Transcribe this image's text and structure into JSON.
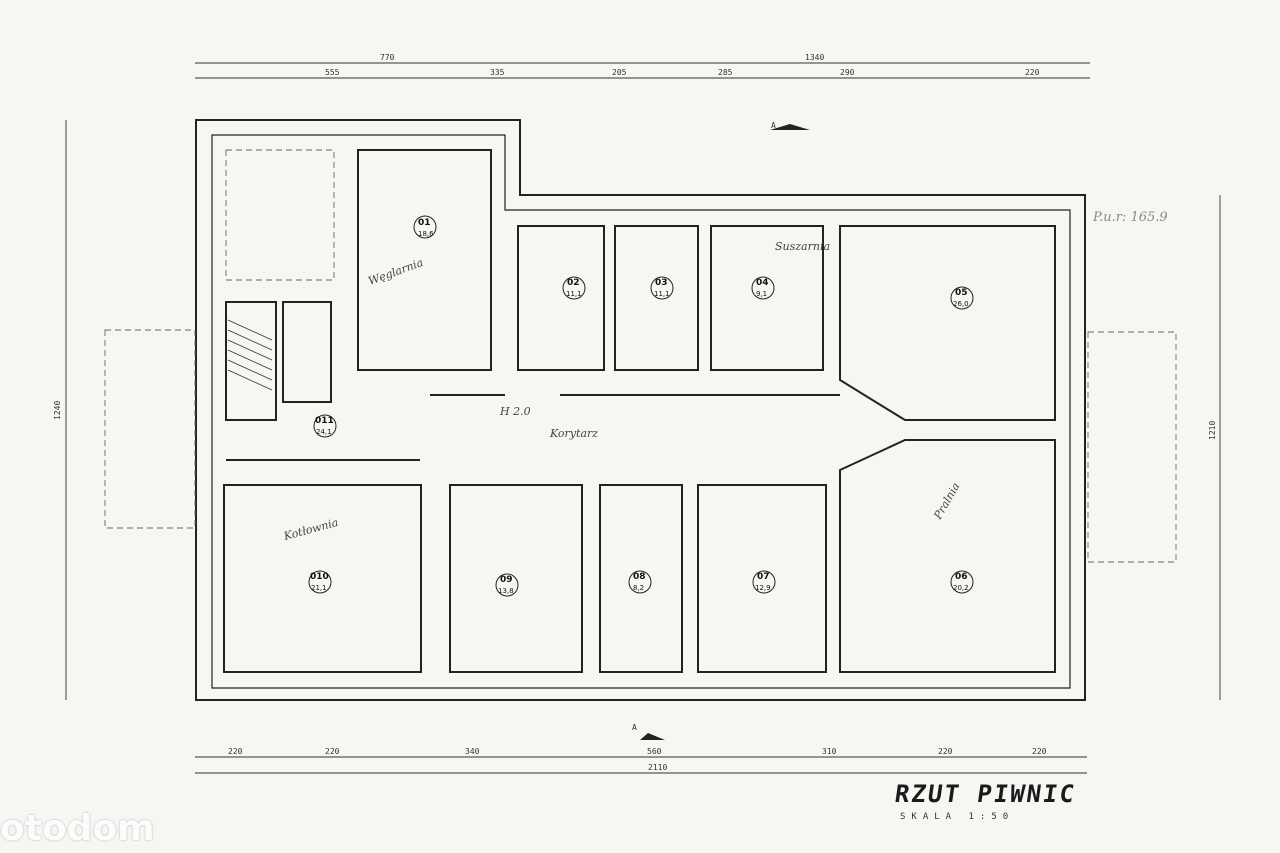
{
  "title": "RZUT PIWNIC",
  "scale": "SKALA 1:50",
  "note": "P.u.r: 165.9",
  "watermark": "otodom",
  "dims_top_total": [
    "770",
    "1340"
  ],
  "dims_top": [
    "555",
    "335",
    "205",
    "285",
    "290",
    "220"
  ],
  "dims_bottom": [
    "220",
    "220",
    "340",
    "560",
    "310",
    "220",
    "220"
  ],
  "dims_bottom_total": "2110",
  "dim_left": "1240",
  "dim_right": "1210",
  "section_mark": "A",
  "rooms": [
    {
      "id": "01",
      "area": "18,6"
    },
    {
      "id": "02",
      "area": "11,1"
    },
    {
      "id": "03",
      "area": "11,1"
    },
    {
      "id": "04",
      "area": "9,1"
    },
    {
      "id": "05",
      "area": "26,0"
    },
    {
      "id": "06",
      "area": "20,2"
    },
    {
      "id": "07",
      "area": "12,9"
    },
    {
      "id": "08",
      "area": "8,2"
    },
    {
      "id": "09",
      "area": "13,8"
    },
    {
      "id": "010",
      "area": "21,1"
    },
    {
      "id": "011",
      "area": "24,1"
    }
  ],
  "hand_labels": [
    "Węglarnia",
    "H 2.0",
    "Korytarz",
    "Kotłownia",
    "Suszarnia",
    "Pralnia"
  ]
}
